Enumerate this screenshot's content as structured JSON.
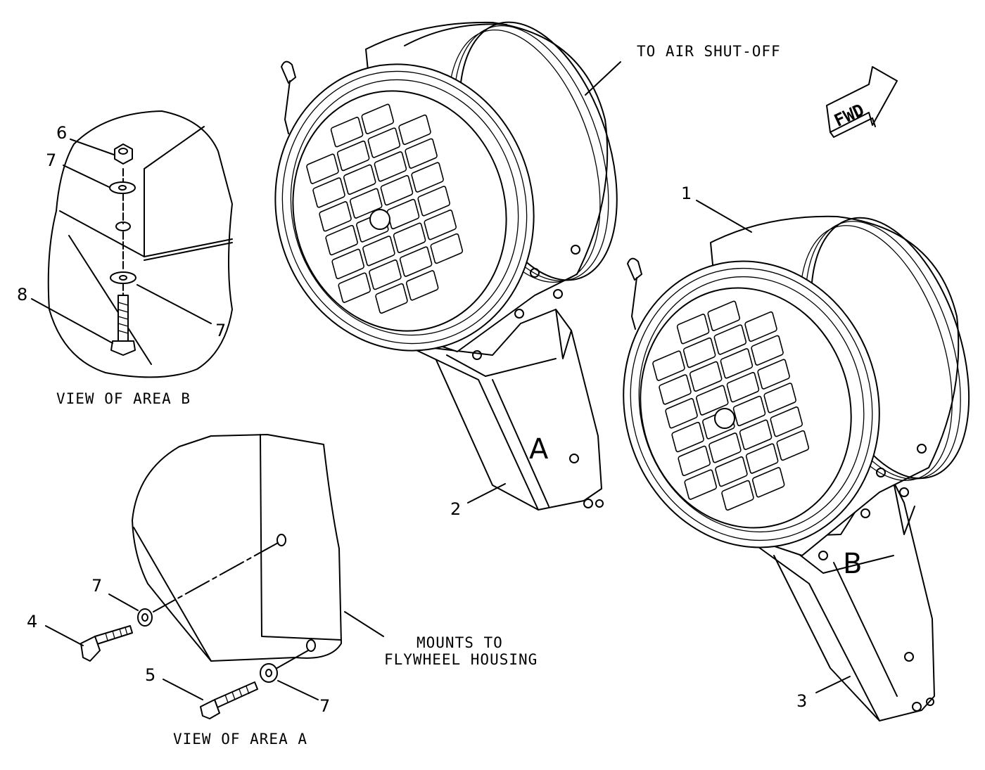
{
  "title": "",
  "annotations": {
    "to_air_shutoff": "TO AIR SHUT-OFF",
    "mounts_line1": "MOUNTS TO",
    "mounts_line2": "FLYWHEEL HOUSING",
    "view_area_b": "VIEW OF AREA B",
    "view_area_a": "VIEW OF AREA A",
    "fwd": "FWD",
    "area_a_marker": "A",
    "area_b_marker": "B"
  },
  "callouts": {
    "c1": "1",
    "c2": "2",
    "c3": "3",
    "c4": "4",
    "c5": "5",
    "c6": "6",
    "c7a": "7",
    "c7b": "7",
    "c7c": "7",
    "c7d": "7",
    "c8": "8"
  },
  "icons": {
    "fwd_arrow": "fwd-arrow-icon"
  }
}
